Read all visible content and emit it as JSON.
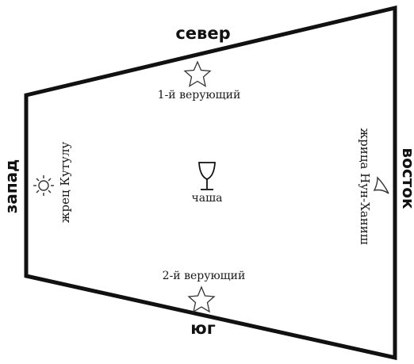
{
  "diagram": {
    "directions": {
      "north": "север",
      "south": "юг",
      "west": "запад",
      "east": "восток"
    },
    "positions": {
      "first_believer": "1-й верующий",
      "second_believer": "2-й верующий",
      "cup": "чаша",
      "priest": "жрец Кутулу",
      "priestess": "жрица Нун-Ханиш"
    },
    "icons": {
      "first_believer": "star-icon",
      "second_believer": "star-icon",
      "cup": "goblet-icon",
      "priest": "sun-icon",
      "priestess": "crescent-moon-icon"
    },
    "colors": {
      "line": "#111111",
      "background": "#ffffff"
    }
  }
}
